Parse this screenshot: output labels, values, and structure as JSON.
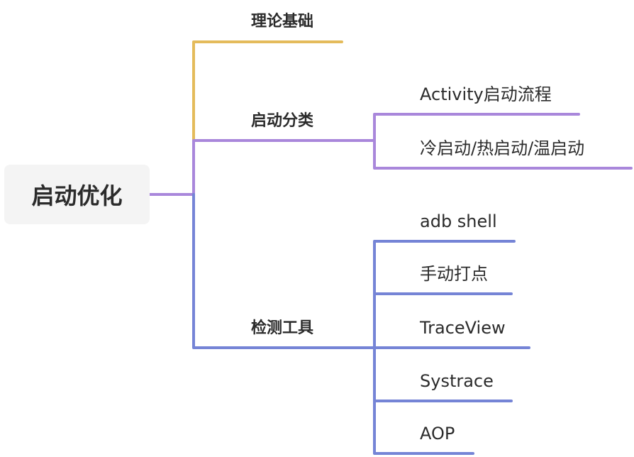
{
  "mindmap": {
    "root": {
      "label": "启动优化"
    },
    "branches": [
      {
        "label": "理论基础",
        "color": "#e4bb5b",
        "children": []
      },
      {
        "label": "启动分类",
        "color": "#a987db",
        "children": [
          {
            "label": "Activity启动流程"
          },
          {
            "label": "冷启动/热启动/温启动"
          }
        ]
      },
      {
        "label": "检测工具",
        "color": "#7584d6",
        "children": [
          {
            "label": "adb shell"
          },
          {
            "label": "手动打点"
          },
          {
            "label": "TraceView"
          },
          {
            "label": "Systrace"
          },
          {
            "label": "AOP"
          }
        ]
      }
    ]
  }
}
